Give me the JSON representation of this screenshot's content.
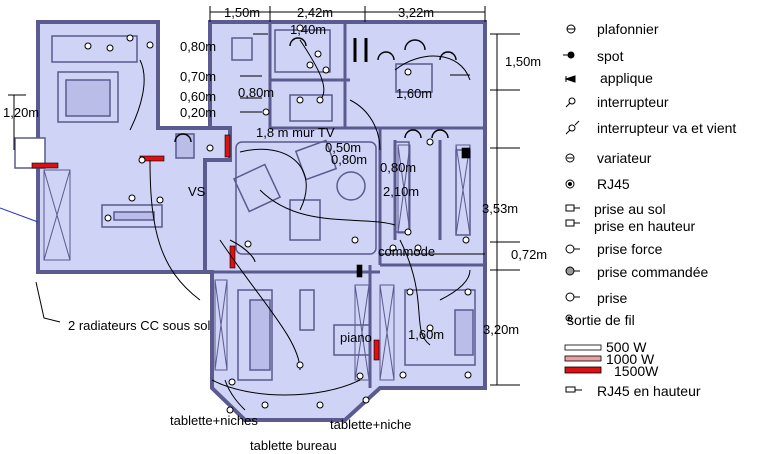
{
  "dimensions": {
    "top_1": "1,50m",
    "top_2": "2,42m",
    "top_3": "3,22m",
    "top_small": "1,40m",
    "right_1": "1,50m",
    "right_2": "3,53m",
    "right_3": "0,72m",
    "right_4": "3,20m",
    "left_1": "1,20m",
    "inner_1": "0,80m",
    "inner_2": "0,70m",
    "inner_3": "0,60m",
    "inner_4": "0,20m",
    "inner_5": "0,80m",
    "inner_6": "1,60m",
    "inner_7": "1,8 m mur TV",
    "inner_8": "0,50m",
    "inner_9": "0,80m",
    "inner_10": "0,80m",
    "inner_11": "2,10m",
    "inner_12": "1,60m"
  },
  "labels": {
    "vs": "VS",
    "commode": "commode",
    "piano": "piano",
    "radiateurs": "2 radiateurs CC sous sol",
    "tablette_niches_left": "tablette+niches",
    "tablette_niche_right": "tablette+niche",
    "tablette_bureau": "tablette bureau"
  },
  "legend": [
    {
      "label": "plafonnier",
      "icon": "ceiling-light-icon"
    },
    {
      "label": "spot",
      "icon": "spot-icon"
    },
    {
      "label": "applique",
      "icon": "wall-light-icon"
    },
    {
      "label": "interrupteur",
      "icon": "switch-icon"
    },
    {
      "label": "interrupteur va et vient",
      "icon": "two-way-switch-icon"
    },
    {
      "label": "variateur",
      "icon": "dimmer-icon"
    },
    {
      "label": "RJ45",
      "icon": "rj45-icon"
    },
    {
      "label": "prise au sol",
      "icon": "floor-socket-icon"
    },
    {
      "label": "prise en hauteur",
      "icon": "high-socket-icon"
    },
    {
      "label": "prise force",
      "icon": "power-socket-icon"
    },
    {
      "label": "prise commandée",
      "icon": "switched-socket-icon"
    },
    {
      "label": "prise",
      "icon": "socket-icon"
    },
    {
      "label": "sortie de fil",
      "icon": "wire-outlet-icon"
    }
  ],
  "radiator_legend": [
    {
      "label": "500 W",
      "color": "#ffffff"
    },
    {
      "label": "1000 W",
      "color": "#e8a0a0"
    },
    {
      "label": "1500W",
      "color": "#dd1111"
    }
  ],
  "legend_rj45_high": "RJ45 en hauteur",
  "colors": {
    "room_fill": "#cfd3f5",
    "wall": "#5b5b8f",
    "radiator": "#dd1111",
    "line": "#000000"
  }
}
